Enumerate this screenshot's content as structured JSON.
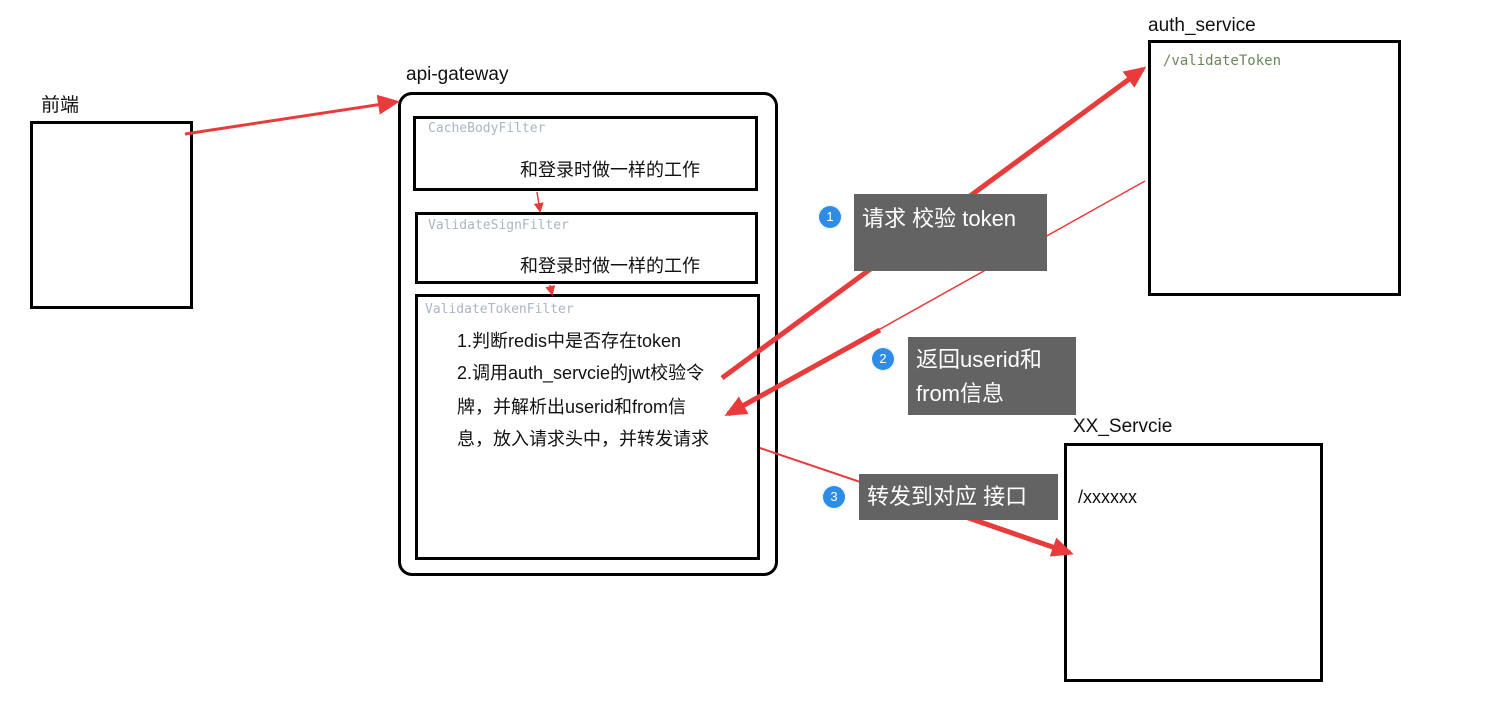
{
  "nodes": {
    "frontend": {
      "title": "前端"
    },
    "gateway": {
      "title": "api-gateway",
      "filters": [
        {
          "name": "CacheBodyFilter",
          "text": "和登录时做一样的工作"
        },
        {
          "name": "ValidateSignFilter",
          "text": "和登录时做一样的工作"
        },
        {
          "name": "ValidateTokenFilter",
          "lines": [
            "1.判断redis中是否存在token",
            "2.调用auth_servcie的jwt校验令",
            "牌，并解析出userid和from信",
            "息，放入请求头中，并转发请求"
          ]
        }
      ]
    },
    "auth_service": {
      "title": "auth_service",
      "endpoint": "/validateToken"
    },
    "xx_service": {
      "title": "XX_Servcie",
      "endpoint": "/xxxxxx"
    }
  },
  "steps": [
    {
      "number": "1",
      "text": "请求 校验 token"
    },
    {
      "number": "2",
      "lines": [
        "返回userid和",
        "from信息"
      ]
    },
    {
      "number": "3",
      "text": "转发到对应 接口"
    }
  ],
  "colors": {
    "arrow": "#e83b3b",
    "note_bg": "#636363",
    "badge": "#2d8ce6"
  }
}
